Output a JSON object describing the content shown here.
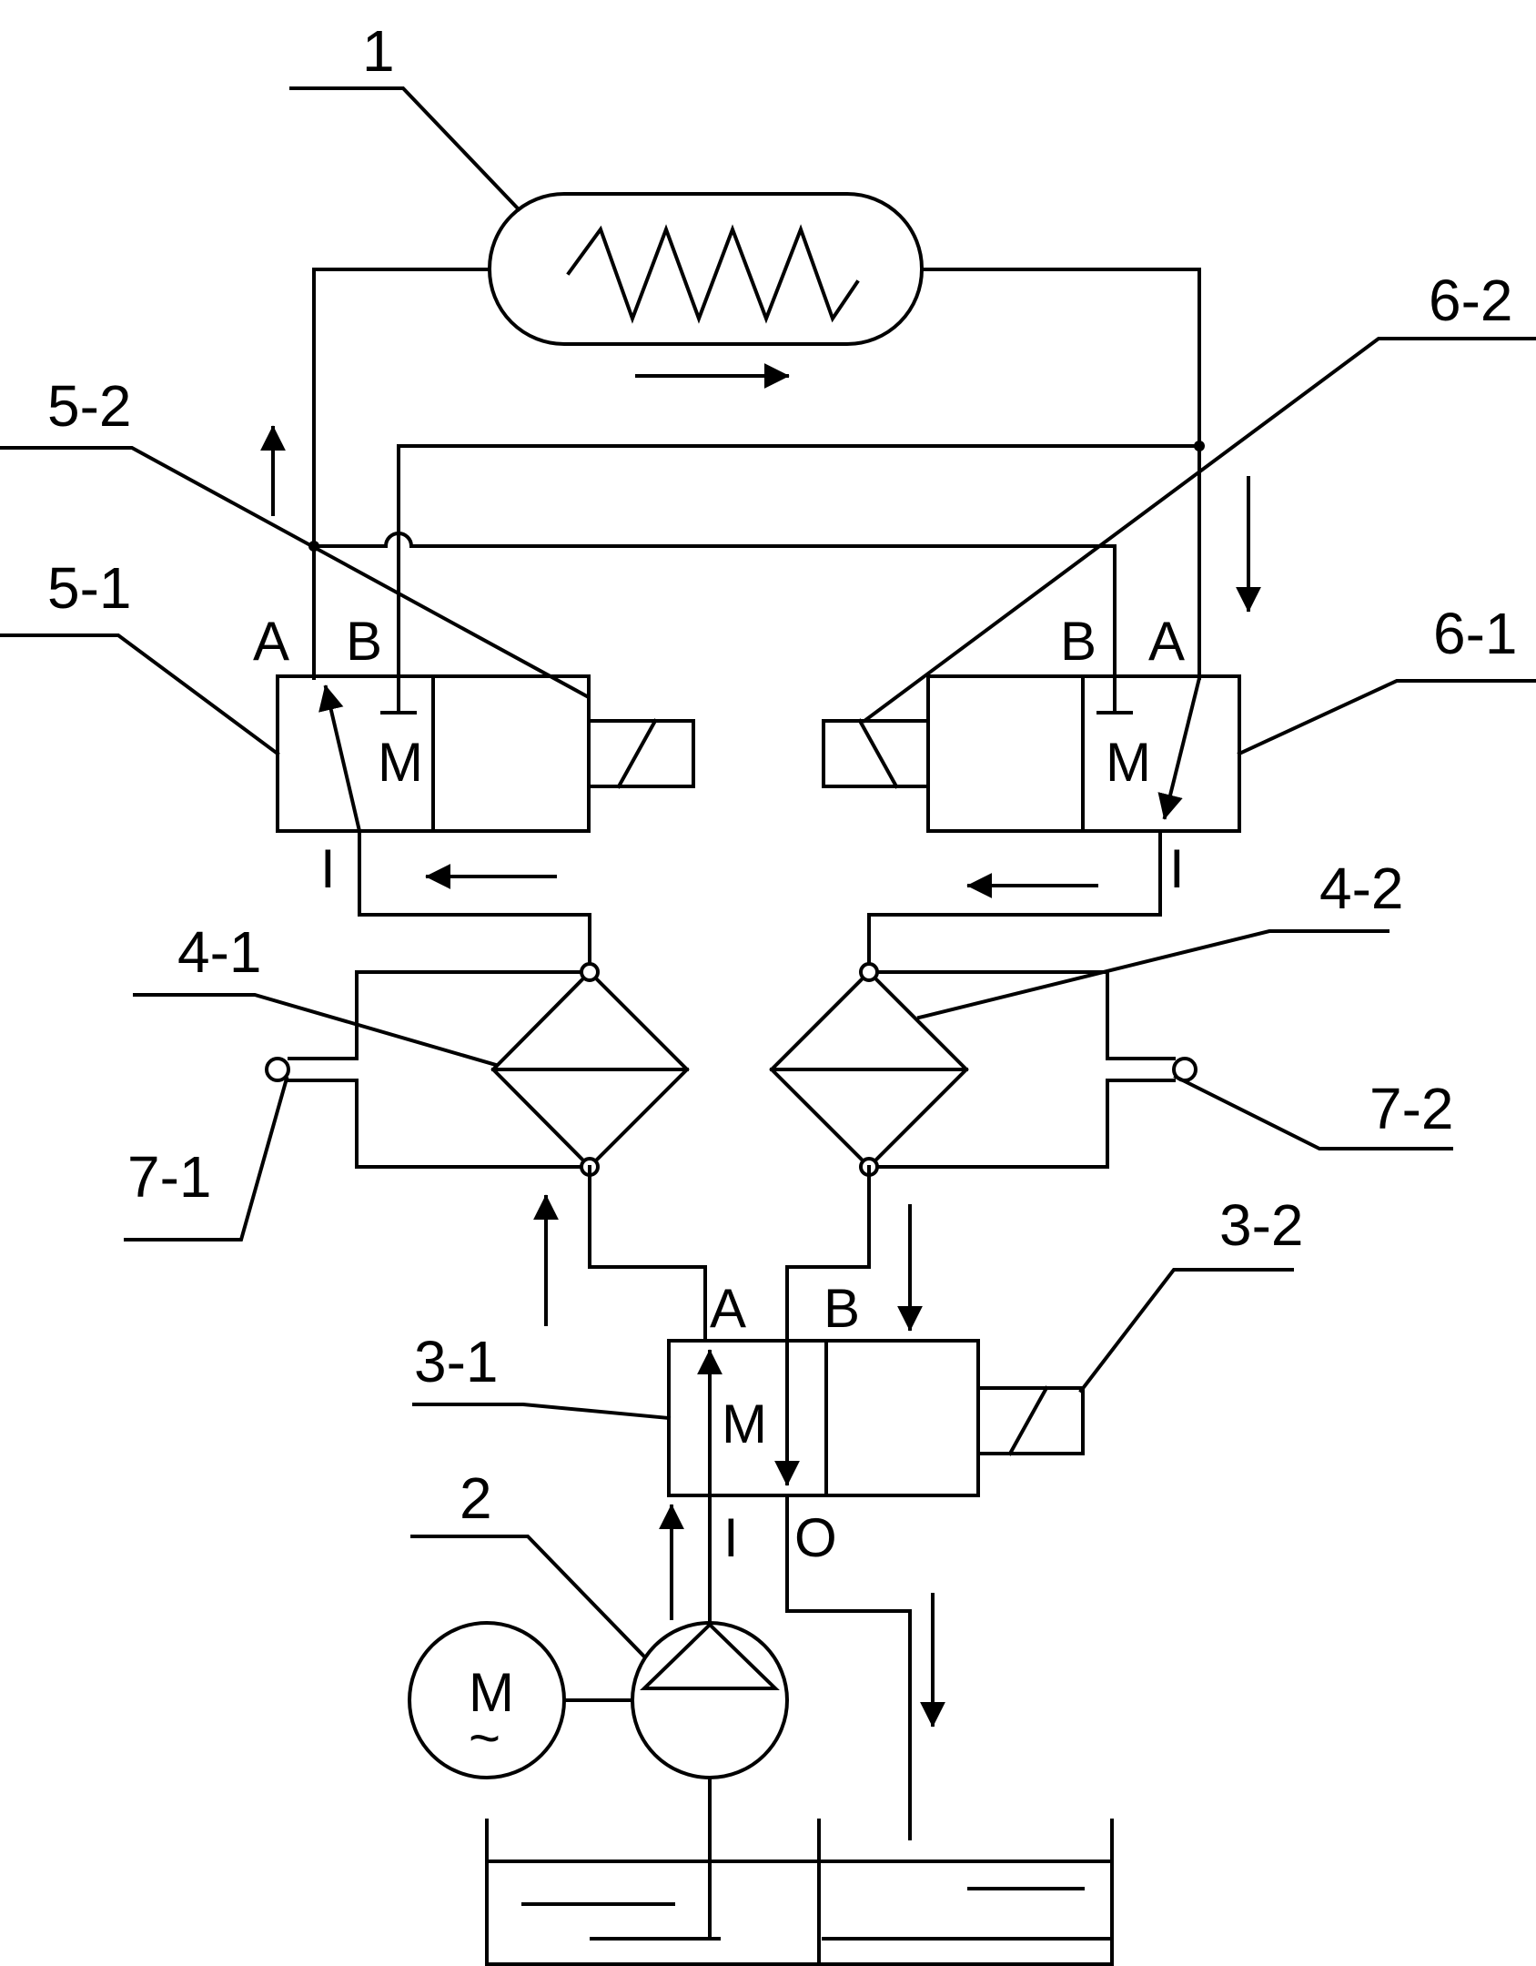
{
  "labels": {
    "heater": "1",
    "pump": "2",
    "valve3_body": "3-1",
    "valve3_solenoid": "3-2",
    "filter_left": "4-1",
    "filter_right": "4-2",
    "valve5_body": "5-1",
    "valve5_solenoid": "5-2",
    "valve6_body": "6-1",
    "valve6_solenoid": "6-2",
    "gauge_left": "7-1",
    "gauge_right": "7-2"
  },
  "ports": {
    "v5_a": "A",
    "v5_b": "B",
    "v5_m": "M",
    "v5_i": "I",
    "v6_a": "A",
    "v6_b": "B",
    "v6_m": "M",
    "v6_i": "I",
    "v3_a": "A",
    "v3_b": "B",
    "v3_m": "M",
    "v3_i": "I",
    "v3_o": "O",
    "motor": "M",
    "motor_symbol": "~"
  }
}
